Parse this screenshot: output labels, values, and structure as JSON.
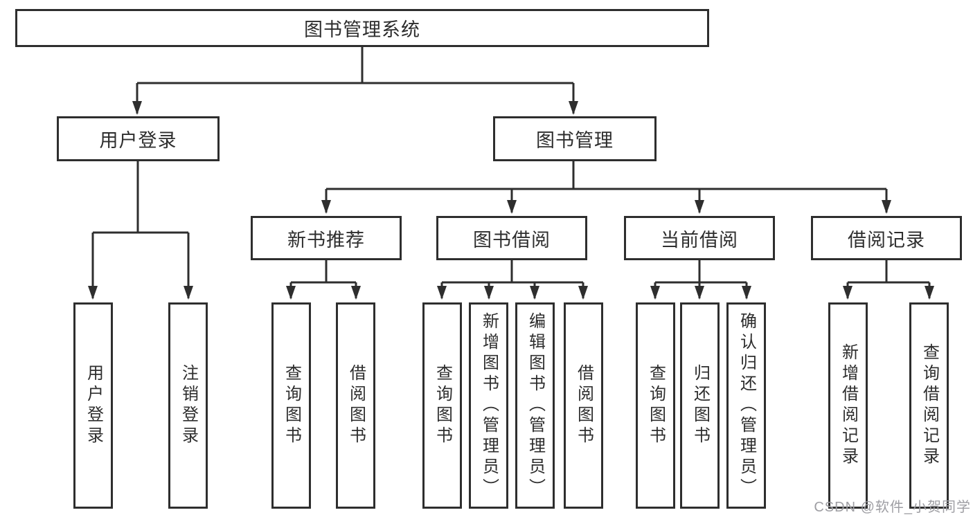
{
  "diagram": {
    "title": "图书管理系统",
    "root": {
      "label": "图书管理系统"
    },
    "level2": [
      {
        "id": "user-login",
        "label": "用户登录"
      },
      {
        "id": "book-management",
        "label": "图书管理"
      }
    ],
    "level3": [
      {
        "id": "new-book-recommend",
        "label": "新书推荐"
      },
      {
        "id": "book-borrow",
        "label": "图书借阅"
      },
      {
        "id": "current-borrow",
        "label": "当前借阅"
      },
      {
        "id": "borrow-records",
        "label": "借阅记录"
      }
    ],
    "leaves": {
      "user_login": [
        "用户登录",
        "注销登录"
      ],
      "new_book_recommend": [
        "查询图书",
        "借阅图书"
      ],
      "book_borrow": [
        "查询图书",
        "新增图书（管理员）",
        "编辑图书（管理员）",
        "借阅图书"
      ],
      "current_borrow": [
        "查询图书",
        "归还图书",
        "确认归还（管理员）"
      ],
      "borrow_records": [
        "新增借阅记录",
        "查询借阅记录"
      ]
    }
  },
  "colors": {
    "line": "#2e2e2e",
    "box_border": "#2e2e2e",
    "text": "#2d2d2d",
    "background": "#ffffff",
    "watermark": "#9e9ea3"
  },
  "watermark": {
    "text": "CSDN @软件_小贺同学"
  }
}
